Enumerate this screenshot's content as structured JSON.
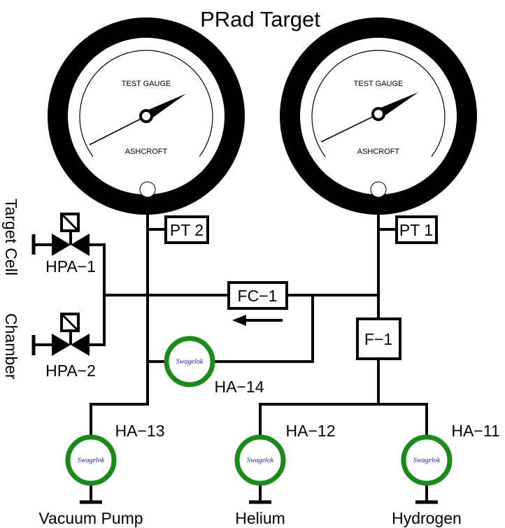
{
  "title": "PRad Target",
  "gauges": [
    {
      "top_label": "TEST GAUGE",
      "bottom_label": "ASHCROFT"
    },
    {
      "top_label": "TEST GAUGE",
      "bottom_label": "ASHCROFT"
    }
  ],
  "transducers": {
    "left": "PT 2",
    "right": "PT 1"
  },
  "flow_controller": "FC−1",
  "filter": "F−1",
  "valves": {
    "hpa1": "HPA−1",
    "hpa2": "HPA−2",
    "ha14": "HA−14",
    "ha13": "HA−13",
    "ha12": "HA−12",
    "ha11": "HA−11",
    "brand": "Swagelok"
  },
  "side_labels": {
    "target_cell": "Target Cell",
    "chamber": "Chamber"
  },
  "endpoints": {
    "vacuum": "Vacuum Pump",
    "helium": "Helium",
    "hydrogen": "Hydrogen"
  },
  "colors": {
    "valve_ring": "#1a8a1a",
    "brand_text": "#1a1acc"
  }
}
